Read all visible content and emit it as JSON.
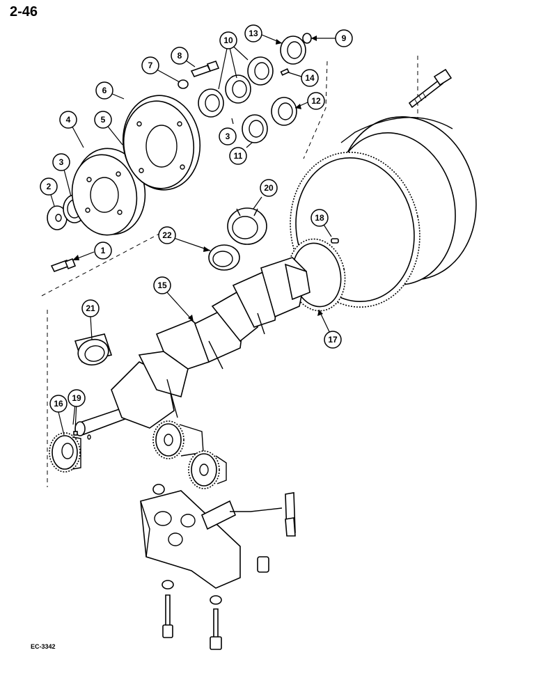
{
  "header": {
    "page_number": "2-46"
  },
  "footer": {
    "figure_code": "EC-3342"
  },
  "callouts": [
    {
      "id": "c1",
      "label": "1"
    },
    {
      "id": "c2",
      "label": "2"
    },
    {
      "id": "c3a",
      "label": "3"
    },
    {
      "id": "c3b",
      "label": "3"
    },
    {
      "id": "c4",
      "label": "4"
    },
    {
      "id": "c5",
      "label": "5"
    },
    {
      "id": "c6",
      "label": "6"
    },
    {
      "id": "c7",
      "label": "7"
    },
    {
      "id": "c8",
      "label": "8"
    },
    {
      "id": "c9",
      "label": "9"
    },
    {
      "id": "c10",
      "label": "10"
    },
    {
      "id": "c11",
      "label": "11"
    },
    {
      "id": "c12",
      "label": "12"
    },
    {
      "id": "c13",
      "label": "13"
    },
    {
      "id": "c14",
      "label": "14"
    },
    {
      "id": "c15",
      "label": "15"
    },
    {
      "id": "c16",
      "label": "16"
    },
    {
      "id": "c17",
      "label": "17"
    },
    {
      "id": "c18",
      "label": "18"
    },
    {
      "id": "c19",
      "label": "19"
    },
    {
      "id": "c20",
      "label": "20"
    },
    {
      "id": "c21",
      "label": "21"
    },
    {
      "id": "c22",
      "label": "22"
    }
  ]
}
